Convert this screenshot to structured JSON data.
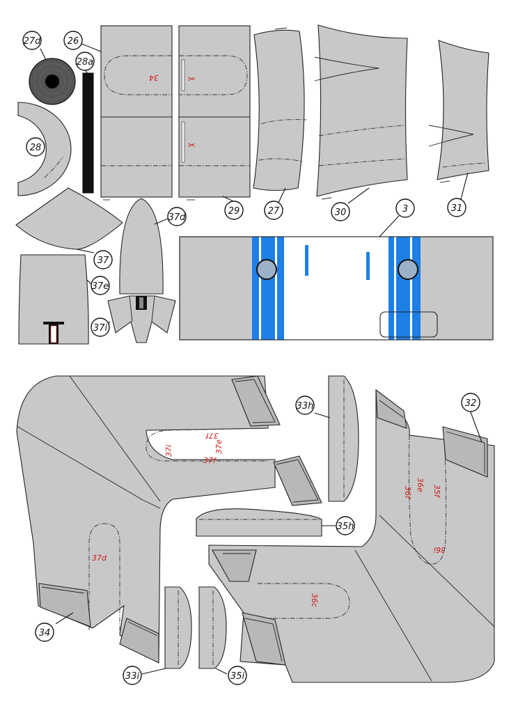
{
  "colors": {
    "paper": "#c8c8c8",
    "stripe": "#1e7fe6",
    "window": "#8fa8c8",
    "label_red": "#d01818",
    "outline": "#222222"
  },
  "part_labels": [
    {
      "id": "27d",
      "text": "27d"
    },
    {
      "id": "26",
      "text": "26"
    },
    {
      "id": "28a",
      "text": "28a"
    },
    {
      "id": "28",
      "text": "28"
    },
    {
      "id": "29",
      "text": "29"
    },
    {
      "id": "27",
      "text": "27"
    },
    {
      "id": "30",
      "text": "30"
    },
    {
      "id": "31",
      "text": "31"
    },
    {
      "id": "3",
      "text": "3"
    },
    {
      "id": "37d",
      "text": "37d"
    },
    {
      "id": "37",
      "text": "37"
    },
    {
      "id": "37e",
      "text": "37e"
    },
    {
      "id": "37i",
      "text": "37i"
    },
    {
      "id": "33h",
      "text": "33h"
    },
    {
      "id": "32",
      "text": "32"
    },
    {
      "id": "35h",
      "text": "35h"
    },
    {
      "id": "34",
      "text": "34"
    },
    {
      "id": "33i",
      "text": "33i"
    },
    {
      "id": "35i",
      "text": "35i"
    }
  ],
  "glue_marks": {
    "m34": "34",
    "m37f_top": "37f",
    "m37i": "37i",
    "m37e": "37e",
    "m37f": "37f",
    "m37d": "37d",
    "m36e": "36e",
    "m36f": "36f",
    "m35f": "35f",
    "m36i": "36i",
    "m36c": "36c"
  }
}
